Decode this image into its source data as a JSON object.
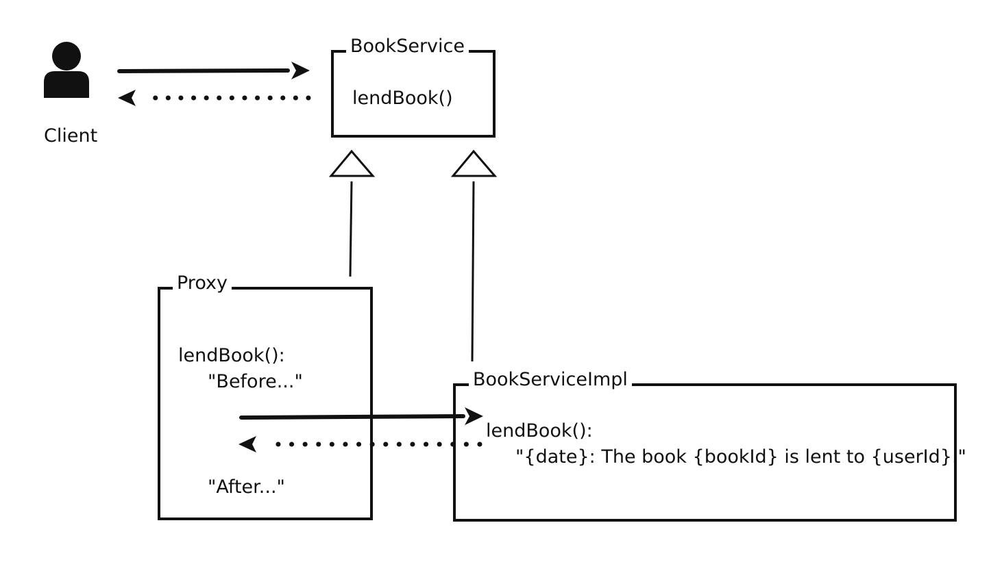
{
  "client": {
    "label": "Client",
    "icon": "user-icon"
  },
  "book_service": {
    "title": "BookService",
    "method": "lendBook()"
  },
  "proxy": {
    "title": "Proxy",
    "method": "lendBook():",
    "before": "\"Before...\"",
    "after": "\"After...\""
  },
  "book_service_impl": {
    "title": "BookServiceImpl",
    "method": "lendBook():",
    "message": "\"{date}: The book {bookId} is lent to {userId}.\""
  },
  "colors": {
    "ink": "#111111",
    "background": "#ffffff"
  }
}
